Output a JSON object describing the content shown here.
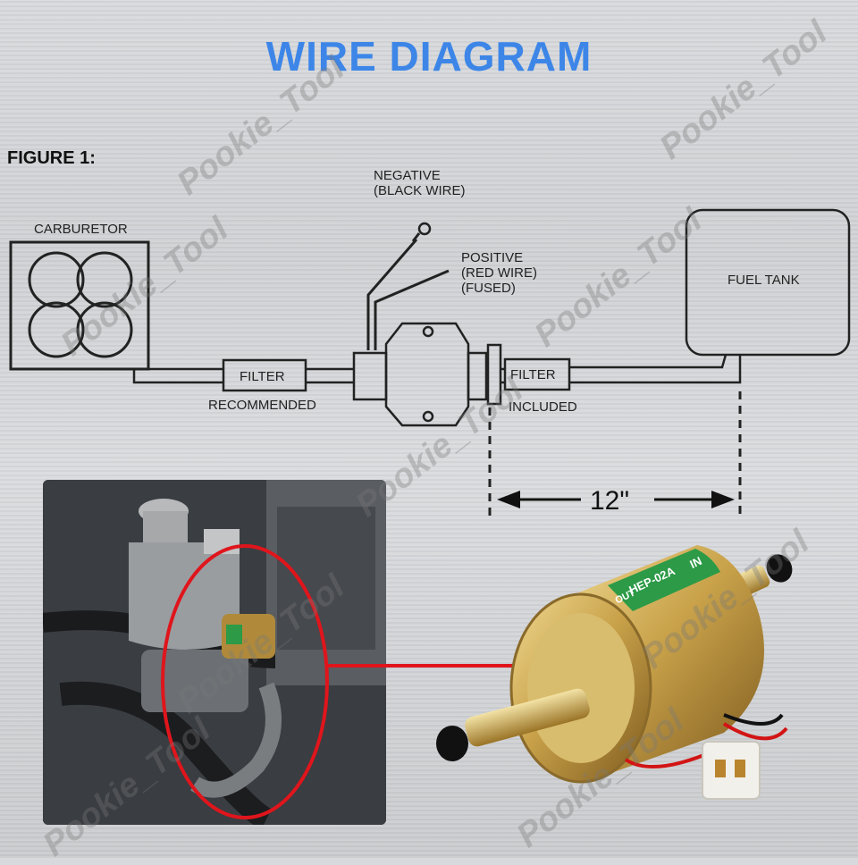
{
  "title": "WIRE DIAGRAM",
  "figure_label": "FIGURE 1:",
  "labels": {
    "carburetor": "CARBURETOR",
    "negative_line1": "NEGATIVE",
    "negative_line2": "(BLACK WIRE)",
    "positive_line1": "POSITIVE",
    "positive_line2": "(RED WIRE)",
    "positive_line3": "(FUSED)",
    "fuel_tank": "FUEL TANK",
    "filter_left": "FILTER",
    "filter_right": "FILTER",
    "recommended": "RECOMMENDED",
    "included": "INCLUDED",
    "distance": "12\""
  },
  "pump_label": {
    "model": "HEP-02A",
    "in": "IN",
    "out": "OUT"
  },
  "watermark": "Pookie_Tool",
  "colors": {
    "title": "#3d86e8",
    "callout": "#e0151c",
    "pump_brass": "#c9a24a",
    "pump_label_green": "#2c9a47"
  }
}
